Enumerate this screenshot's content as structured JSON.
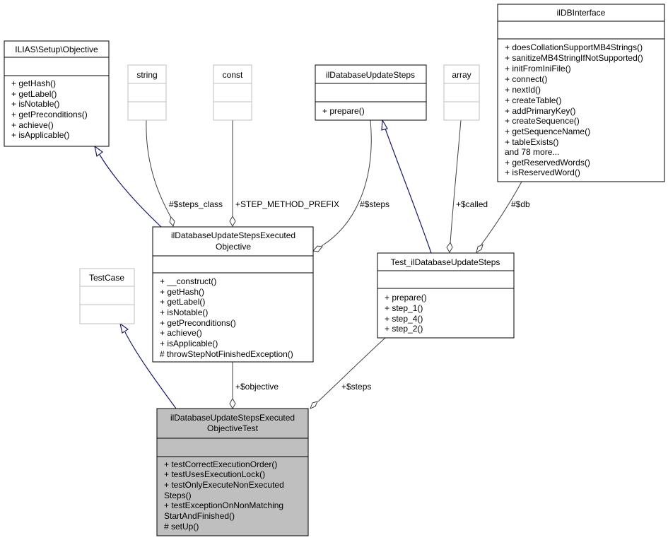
{
  "classes": {
    "objective_iface": {
      "name": "ILIAS\\Setup\\Objective",
      "methods": [
        "+ getHash()",
        "+ getLabel()",
        "+ isNotable()",
        "+ getPreconditions()",
        "+ achieve()",
        "+ isApplicable()"
      ]
    },
    "string_type": {
      "name": "string"
    },
    "const_type": {
      "name": "const"
    },
    "update_steps": {
      "name": "ilDatabaseUpdateSteps",
      "methods": [
        "+ prepare()"
      ]
    },
    "array_type": {
      "name": "array"
    },
    "db_interface": {
      "name": "ilDBInterface",
      "methods": [
        "+ doesCollationSupportMB4Strings()",
        "+ sanitizeMB4StringIfNotSupported()",
        "+ initFromIniFile()",
        "+ connect()",
        "+ nextId()",
        "+ createTable()",
        "+ addPrimaryKey()",
        "+ createSequence()",
        "+ getSequenceName()",
        "+ tableExists()",
        "and 78 more...",
        "+ getReservedWords()",
        "+ isReservedWord()"
      ]
    },
    "test_case": {
      "name": "TestCase"
    },
    "executed_objective": {
      "name_lines": [
        "ilDatabaseUpdateStepsExecuted",
        "Objective"
      ],
      "methods": [
        "+ __construct()",
        "+ getHash()",
        "+ getLabel()",
        "+ isNotable()",
        "+ getPreconditions()",
        "+ achieve()",
        "+ isApplicable()",
        "# throwStepNotFinishedException()"
      ]
    },
    "test_update_steps": {
      "name": "Test_ilDatabaseUpdateSteps",
      "methods": [
        "+ prepare()",
        "+ step_1()",
        "+ step_4()",
        "+ step_2()"
      ]
    },
    "objective_test": {
      "name_lines": [
        "ilDatabaseUpdateStepsExecuted",
        "ObjectiveTest"
      ],
      "methods": [
        "+ testCorrectExecutionOrder()",
        "+ testUsesExecutionLock()",
        "+ testOnlyExecuteNonExecuted",
        "Steps()",
        "+ testExceptionOnNonMatching",
        "StartAndFinished()",
        "# setUp()"
      ]
    }
  },
  "edge_labels": {
    "steps_class": "#$steps_class",
    "step_method_prefix": "+STEP_METHOD_PREFIX",
    "steps_protected": "#$steps",
    "called": "+$called",
    "db": "#$db",
    "objective": "+$objective",
    "steps_public": "+$steps"
  },
  "colors": {
    "focus_fill": "#bfbfbf",
    "inheritance_edge": "#191970",
    "aggregation_edge": "#404040",
    "external_type_border": "#bfbfbf"
  }
}
